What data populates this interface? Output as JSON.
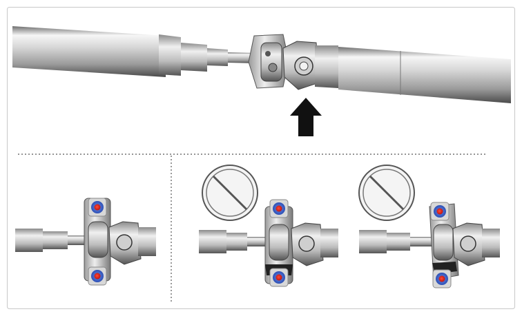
{
  "figure": {
    "border_color": "#c8c8c8",
    "divider_color": "#555555",
    "shaft_light": "#f4f4f4",
    "shaft_mid": "#b8b8b8",
    "shaft_dark": "#5a5a5a",
    "arrow_color": "#111111",
    "bolt_outer": "#3a5fcd",
    "bolt_inner": "#e0201a",
    "prohibition_color": "#555555"
  },
  "panels": {
    "top": {
      "kind": "driveshaft-overview",
      "marker": "up-arrow"
    },
    "bottom": [
      {
        "kind": "driveshaft-bearing-detail",
        "bearing_offset": "centered",
        "prohibited": false
      },
      {
        "kind": "driveshaft-bearing-detail",
        "bearing_offset": "shifted",
        "prohibited": true
      },
      {
        "kind": "driveshaft-bearing-detail",
        "bearing_offset": "tilted",
        "prohibited": true
      }
    ]
  }
}
